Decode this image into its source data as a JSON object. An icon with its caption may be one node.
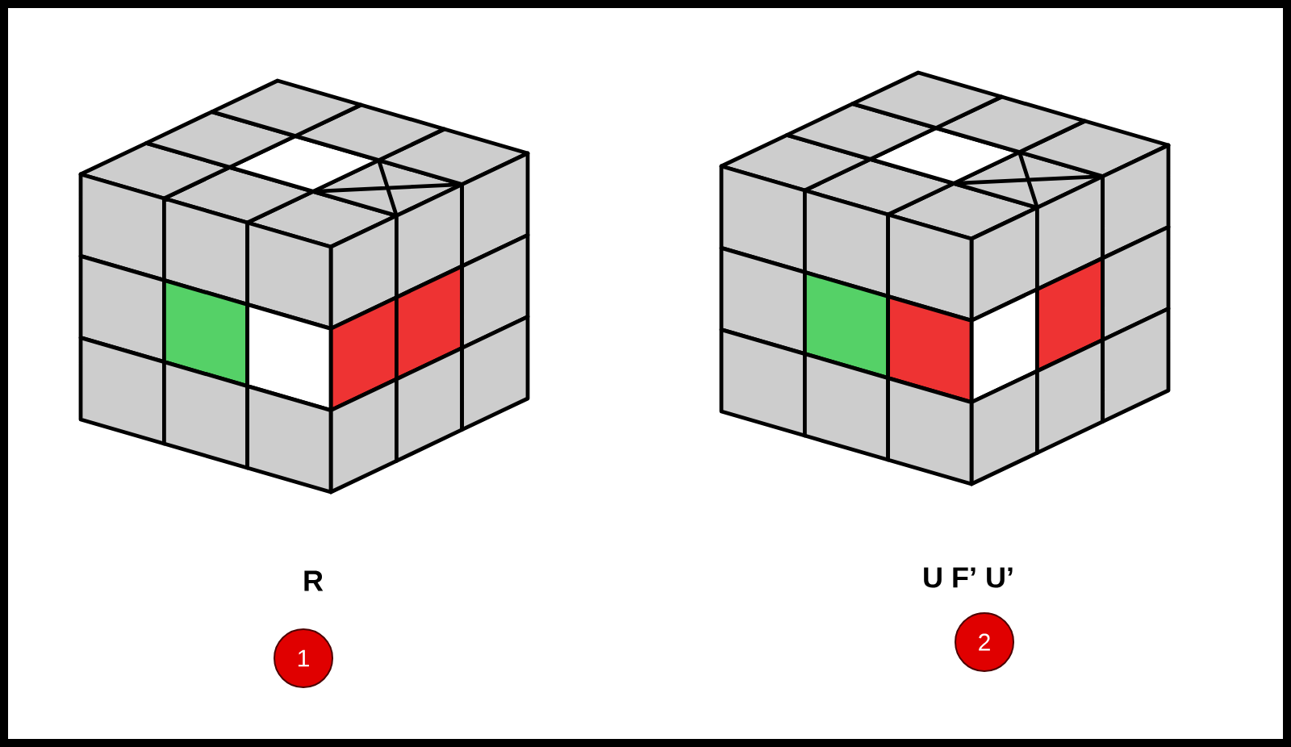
{
  "diagram": {
    "nodes": [
      {
        "text": [
          "1"
        ]
      },
      {
        "text": [
          "2"
        ]
      }
    ],
    "labels": [
      "R",
      "U F’ U’"
    ]
  }
}
